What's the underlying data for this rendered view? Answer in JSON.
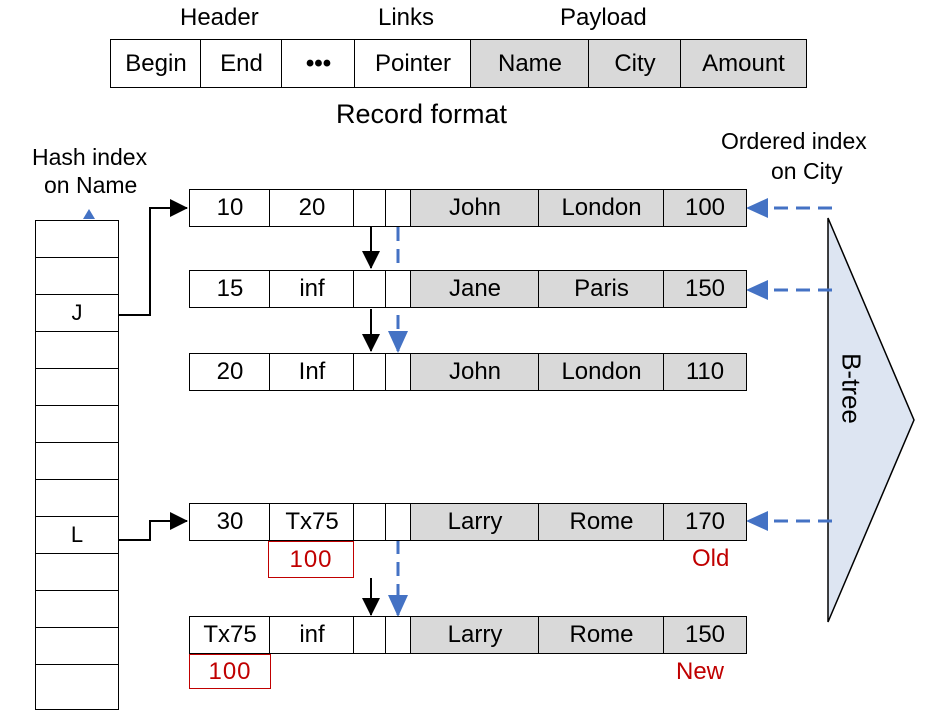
{
  "record_format": {
    "group_labels": {
      "header": "Header",
      "links": "Links",
      "payload": "Payload"
    },
    "fields": [
      "Begin",
      "End",
      "•••",
      "Pointer",
      "Name",
      "City",
      "Amount"
    ],
    "caption": "Record format"
  },
  "hash_index": {
    "title_line1": "Hash index",
    "title_line2": "on Name",
    "buckets": [
      "",
      "",
      "J",
      "",
      "",
      "",
      "",
      "",
      "L",
      "",
      "",
      "",
      ""
    ]
  },
  "ordered_index": {
    "title_line1": "Ordered index",
    "title_line2": "on City",
    "btree_label": "B-tree"
  },
  "records": [
    {
      "begin": "10",
      "end": "20",
      "name": "John",
      "city": "London",
      "amount": "100"
    },
    {
      "begin": "15",
      "end": "inf",
      "name": "Jane",
      "city": "Paris",
      "amount": "150"
    },
    {
      "begin": "20",
      "end": "Inf",
      "name": "John",
      "city": "London",
      "amount": "110"
    },
    {
      "begin": "30",
      "end": "Tx75",
      "name": "Larry",
      "city": "Rome",
      "amount": "170",
      "note": "Old",
      "end_box": "100"
    },
    {
      "begin": "Tx75",
      "end": "inf",
      "name": "Larry",
      "city": "Rome",
      "amount": "150",
      "note": "New",
      "begin_box": "100"
    }
  ],
  "colors": {
    "dashed_arrow": "#4472c4",
    "payload_fill": "#d9d9d9",
    "version_red": "#c00000",
    "btree_fill": "#dde5f2"
  }
}
